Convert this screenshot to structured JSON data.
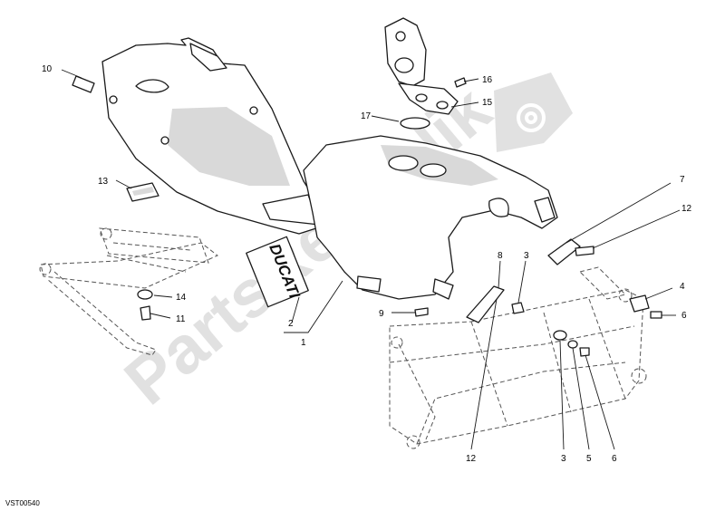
{
  "diagram": {
    "code": "VST00540",
    "decal_text": "DUCATI",
    "watermark": "PartsRepublik",
    "callouts": [
      "10",
      "13",
      "14",
      "11",
      "17",
      "16",
      "15",
      "7",
      "12",
      "4",
      "6",
      "8",
      "3",
      "9",
      "2",
      "1",
      "12",
      "3",
      "5",
      "6"
    ]
  }
}
